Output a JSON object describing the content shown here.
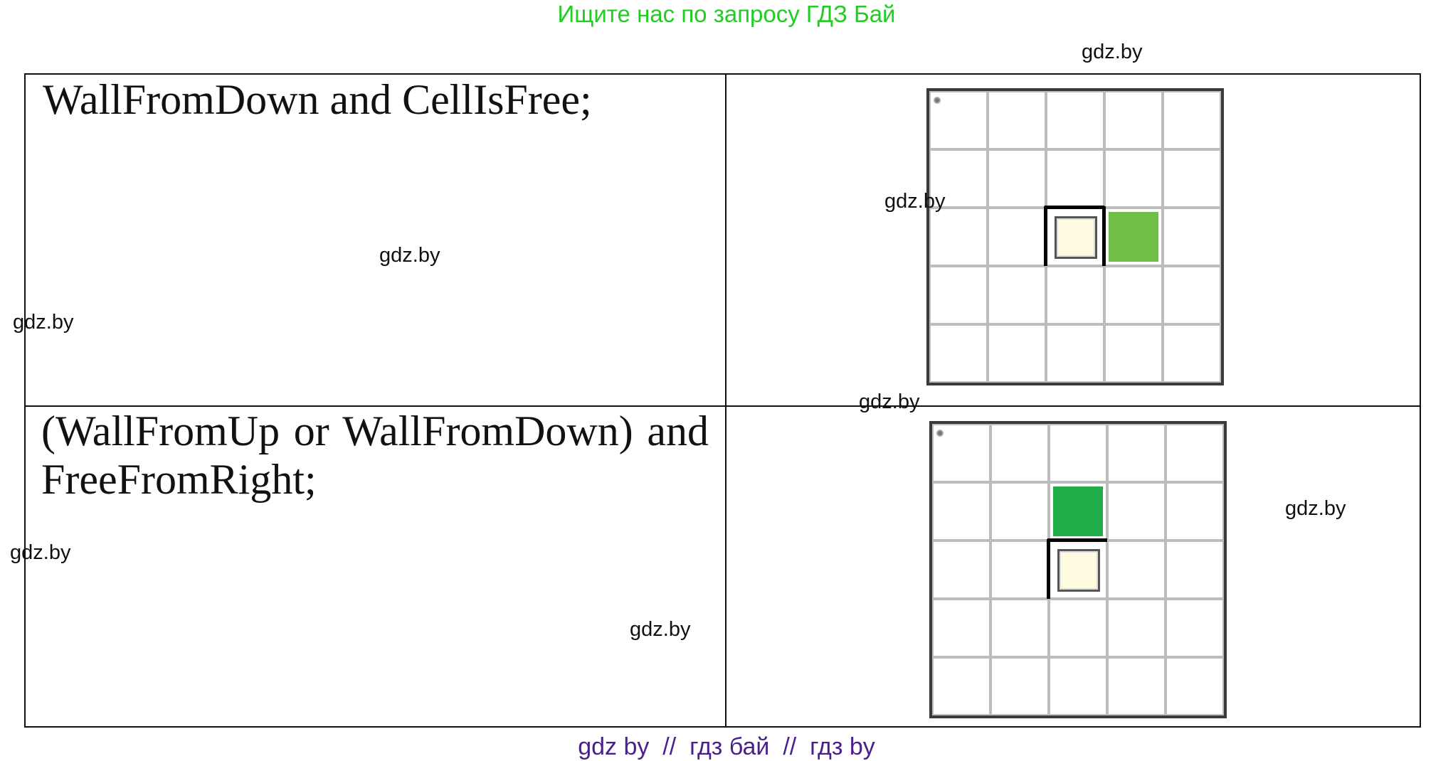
{
  "header": {
    "banner": "Ищите нас по запросу ГДЗ Бай"
  },
  "footer": {
    "text": "gdz by  //  гдз бай  //  гдз by"
  },
  "watermarks": {
    "wm1": "gdz.by",
    "wm2": "gdz.by",
    "wm3": "gdz.by",
    "wm4": "gdz.by",
    "wm5": "gdz.by",
    "wm6": "gdz.by",
    "wm7": "gdz.by",
    "wm8": "gdz.by"
  },
  "rows": [
    {
      "code": "WallFromDown and CellIsFree;"
    },
    {
      "code": "(WallFromUp or WallFromDown) and FreeFromRight;"
    }
  ],
  "colors": {
    "banner": "#22cc22",
    "footer": "#4b1f8c",
    "target_row1": "#6fbf44",
    "target_row2": "#21ad4a",
    "robot_fill": "#fffbe1"
  }
}
